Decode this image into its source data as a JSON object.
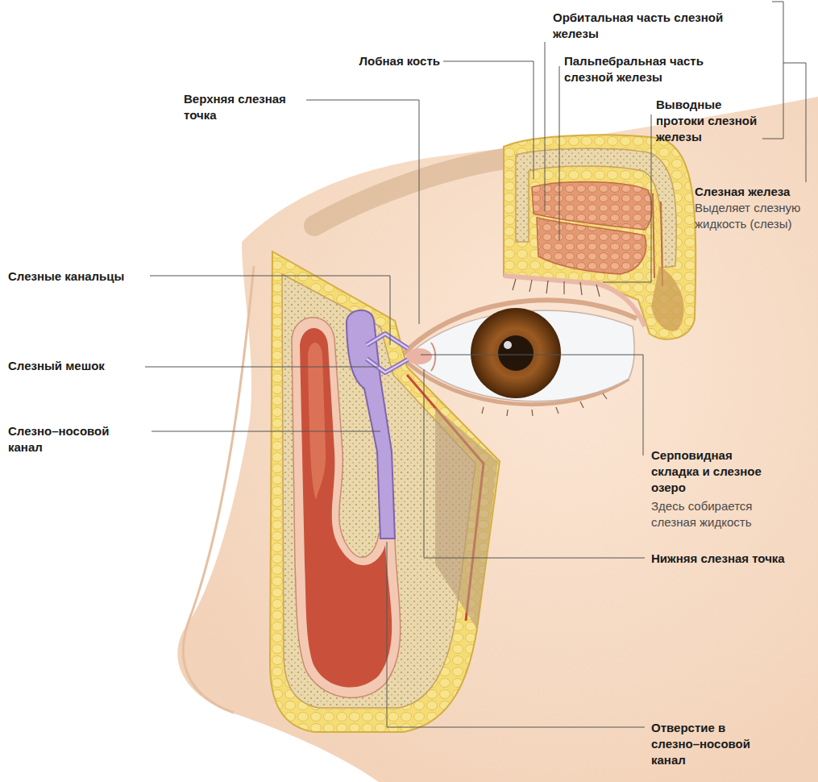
{
  "diagram": {
    "labels": [
      "Орбитальная часть слезной железы",
      "Лобная кость",
      "Пальпебральная часть слезной железы",
      "Верхняя слезная точка",
      "Выводные протоки слезной железы",
      "Слезная железа",
      "Выделяет слезную жидкость (слезы)",
      "Слезные канальцы",
      "Слезный мешок",
      "Слезно–носовой канал",
      "Серповидная складка и слезное озеро",
      "Здесь собирается слезная жидкость",
      "Нижняя слезная точка",
      "Отверстие в слезно–носовой канал"
    ]
  }
}
